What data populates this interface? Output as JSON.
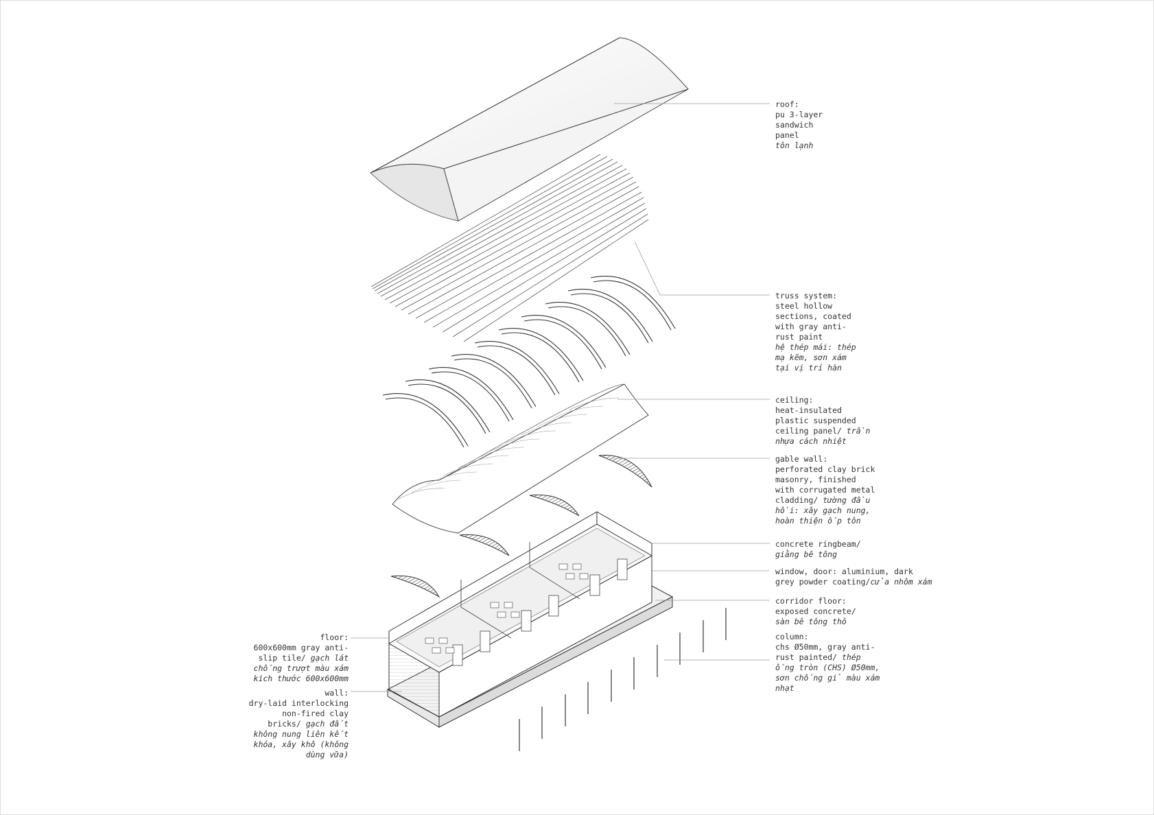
{
  "labels": {
    "roof": {
      "en": [
        "roof:",
        "pu 3-layer",
        "sandwich",
        "panel"
      ],
      "vi": [
        "tôn lạnh"
      ]
    },
    "truss": {
      "en": [
        "truss system:",
        "steel hollow",
        "sections, coated",
        "with gray anti-",
        "rust paint"
      ],
      "vi": [
        "hệ thép mái: thép",
        "mạ kẽm, sơn xám",
        "tại vị trí hàn"
      ]
    },
    "ceiling": {
      "en": [
        "ceiling:",
        "heat-insulated",
        "plastic suspended"
      ],
      "mixed": {
        "en": "ceiling panel/ ",
        "vi": "trần"
      },
      "vi": [
        "nhựa cách nhiệt"
      ]
    },
    "gable": {
      "en": [
        "gable wall:",
        "perforated clay brick",
        "masonry, finished",
        "with corrugated metal"
      ],
      "mixed": {
        "en": "cladding/ ",
        "vi": "tường đầu"
      },
      "vi": [
        "hồi: xây gạch nung,",
        "hoàn thiện ốp tôn"
      ]
    },
    "ringbeam": {
      "en": [
        "concrete ringbeam/"
      ],
      "vi": [
        "giằng bê tông"
      ]
    },
    "window": {
      "en": [
        "window, door: aluminium, dark"
      ],
      "mixed": {
        "en": "grey powder coating/",
        "vi": "cửa nhôm xám"
      }
    },
    "corridor": {
      "en": [
        "corridor floor:",
        "exposed concrete/"
      ],
      "vi": [
        "sàn bê tông thô"
      ]
    },
    "column": {
      "en": [
        "column:",
        "chs Ø50mm, gray anti-"
      ],
      "mixed": {
        "en": "rust painted/ ",
        "vi": "thép"
      },
      "vi": [
        "ống tròn (CHS) Ø50mm,",
        "sơn chống gỉ màu xám",
        "nhạt"
      ]
    },
    "floor": {
      "en": [
        "floor:",
        "600x600mm gray anti-"
      ],
      "mixed": {
        "en": "slip tile/ ",
        "vi": "gạch lát"
      },
      "vi": [
        "chống trượt màu xám",
        "kích thước 600x600mm"
      ]
    },
    "wall": {
      "en": [
        "wall:",
        "dry-laid interlocking",
        "non-fired clay"
      ],
      "mixed": {
        "en": "bricks/ ",
        "vi": "gạch đất"
      },
      "vi": [
        "không nung liên kết",
        "khóa, xây khô (không",
        "dùng vữa)"
      ]
    }
  },
  "colors": {
    "line": "#333333",
    "leader": "#9a9a9a",
    "fill": "#f6f6f6"
  }
}
